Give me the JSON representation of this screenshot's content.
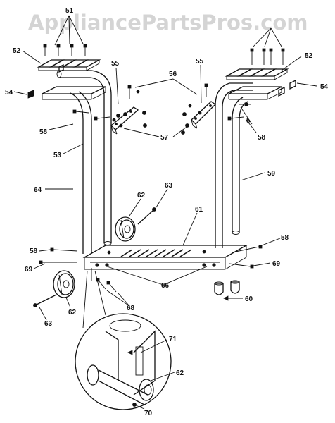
{
  "watermark": "AppliancePartsPros.com",
  "callouts": {
    "c51": "51",
    "c52_left": "52",
    "c52_right": "52",
    "c53": "53",
    "c54_left": "54",
    "c54_right": "54",
    "c55_left": "55",
    "c55_right": "55",
    "c56": "56",
    "c57": "57",
    "c58_left": "58",
    "c58_right": "58",
    "c58_low_left": "58",
    "c58_low_right": "58",
    "c59": "59",
    "c60": "60",
    "c61": "61",
    "c62_upper": "62",
    "c62_lower": "62",
    "c62_detail": "62",
    "c63_upper": "63",
    "c63_lower": "63",
    "c64": "64",
    "c66": "66",
    "c68": "68",
    "c69_left": "69",
    "c69_right": "69",
    "c70": "70",
    "c71": "71",
    "c5": "5"
  }
}
